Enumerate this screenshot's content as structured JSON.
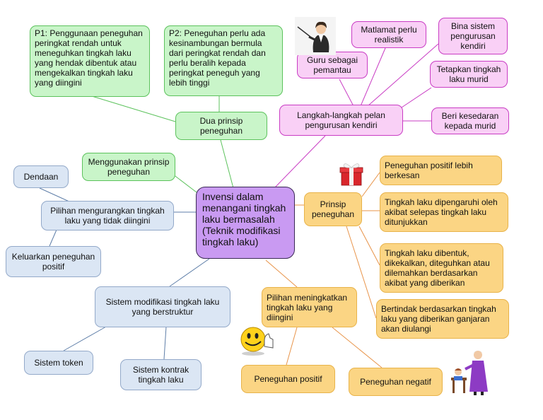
{
  "center": {
    "text": "Invensi dalam menangani tingkah laku bermasalah (Teknik modifikasi tingkah laku)"
  },
  "green": {
    "p1": "P1: Penggunaan peneguhan peringkat rendah untuk meneguhkan tingkah laku yang hendak dibentuk atau mengekalkan tingkah laku yang diingini",
    "p2": "P2: Peneguhan perlu ada kesinambungan bermula dari peringkat rendah dan perlu beralih kepada peringkat peneguh yang lebih tinggi",
    "dua_prinsip": "Dua prinsip peneguhan",
    "menggunakan": "Menggunakan prinsip peneguhan"
  },
  "pink": {
    "guru": "Guru sebagai pemantau",
    "matlamat": "Matlamat perlu realistik",
    "bina": "Bina sistem pengurusan kendiri",
    "tetapkan": "Tetapkan tingkah laku murid",
    "langkah": "Langkah-langkah pelan pengurusan kendiri",
    "beri": "Beri kesedaran kepada murid"
  },
  "blue": {
    "dendaan": "Dendaan",
    "pilihan_kurang": "Pilihan mengurangkan tingkah laku yang tidak diingini",
    "keluarkan": "Keluarkan peneguhan positif",
    "sistem_mod": "Sistem modifikasi tingkah laku yang berstruktur",
    "token": "Sistem token",
    "kontrak": "Sistem kontrak tingkah laku"
  },
  "orange": {
    "prinsip": "Prinsip peneguhan",
    "positif_lebih": "Peneguhan positif lebih berkesan",
    "dipengaruhi": "Tingkah laku dipengaruhi oleh akibat selepas tingkah laku ditunjukkan",
    "dibentuk": "Tingkah laku dibentuk, dikekalkan, diteguhkan atau dilemahkan berdasarkan akibat yang diberikan",
    "bertindak": "Bertindak berdasarkan tingkah laku yang diberikan ganjaran akan diulangi",
    "pilihan_tingkat": "Pilihan meningkatkan tingkah laku yang diingini",
    "positif": "Peneguhan positif",
    "negatif": "Peneguhan negatif"
  },
  "colors": {
    "green_line": "#5cc25c",
    "pink_line": "#c93cc4",
    "blue_line": "#5e7ea8",
    "orange_line": "#e8944a"
  },
  "icons": [
    "teacher-clipart-icon",
    "gift-box-icon",
    "smiley-thumbs-up-icon",
    "teacher-scolding-student-icon"
  ]
}
